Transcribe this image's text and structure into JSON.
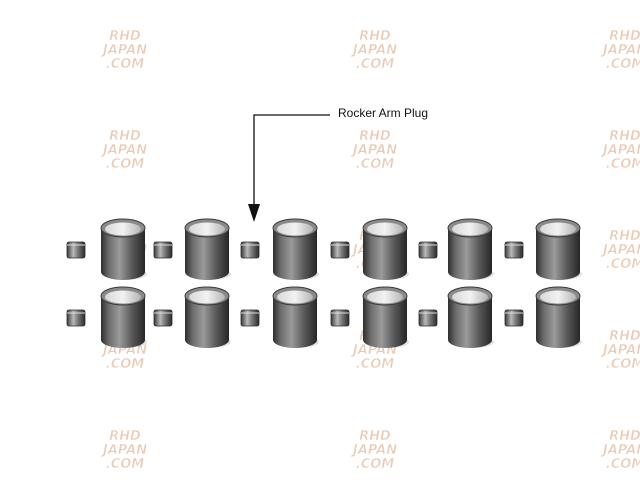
{
  "callout": {
    "label": "Rocker Arm Plug"
  },
  "watermark": {
    "line1": "RHD",
    "line2": "JAPAN",
    "line3": ".COM",
    "color": "#d9a07a"
  },
  "parts": {
    "rows": 2,
    "bushings_per_row": 6,
    "plugs_per_row": 6
  }
}
